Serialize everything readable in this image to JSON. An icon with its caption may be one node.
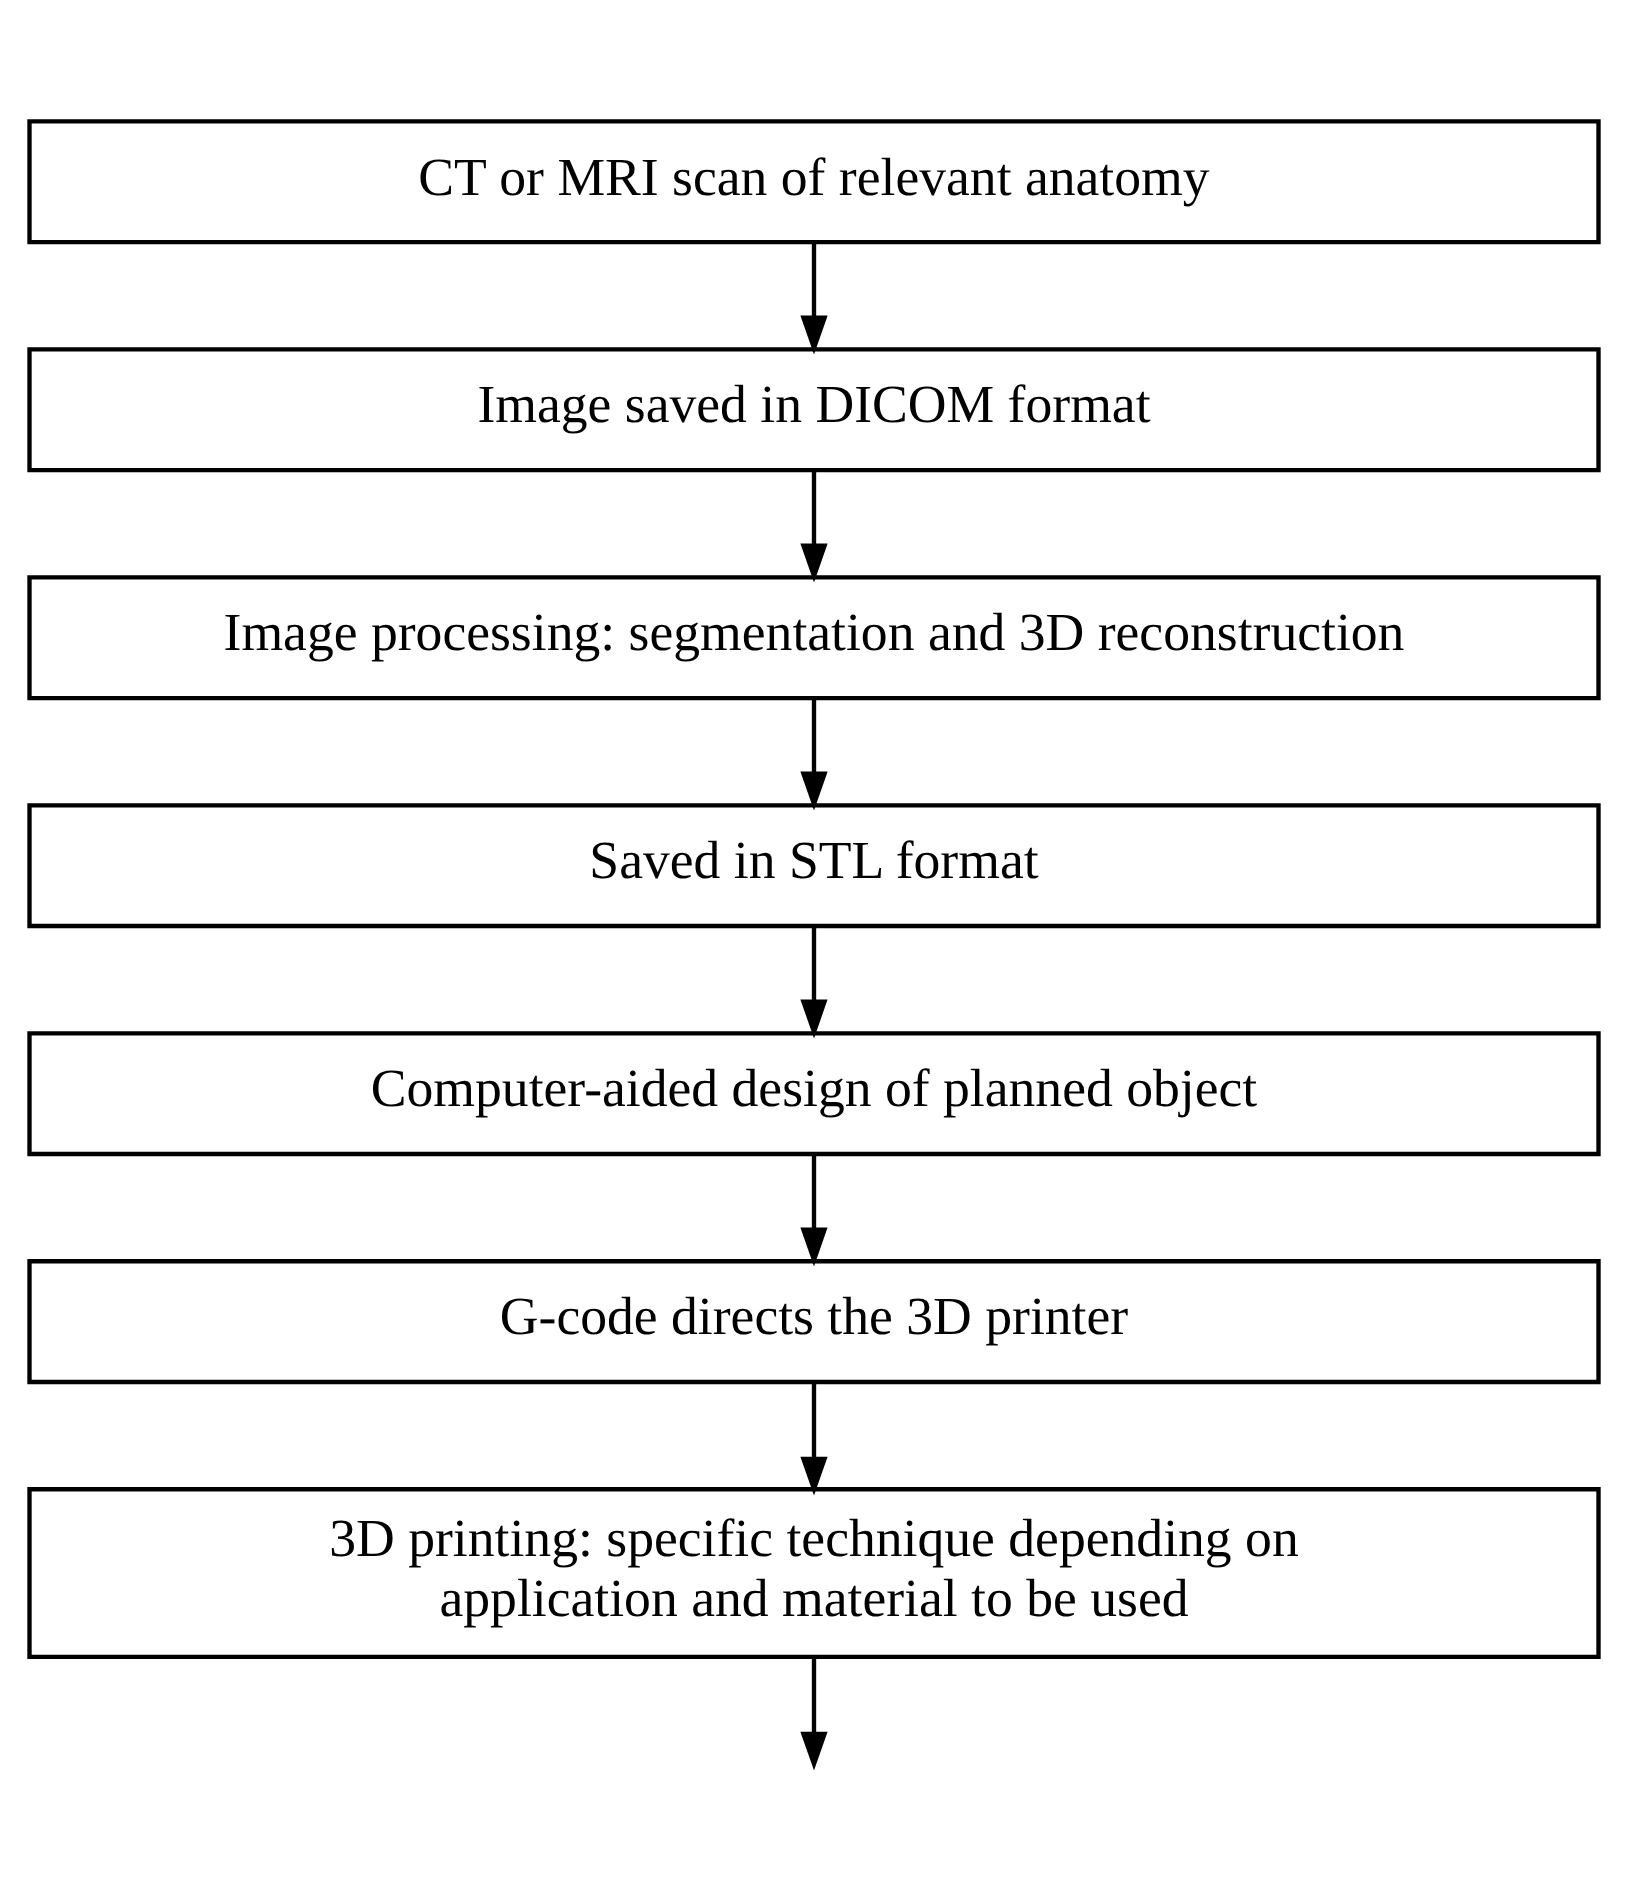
{
  "diagram": {
    "nodes": [
      {
        "text": [
          "CT or MRI scan of relevant anatomy"
        ]
      },
      {
        "text": [
          "Image saved in DICOM format"
        ]
      },
      {
        "text": [
          "Image processing: segmentation and 3D reconstruction"
        ]
      },
      {
        "text": [
          "Saved in STL format"
        ]
      },
      {
        "text": [
          "Computer-aided design of planned object"
        ]
      },
      {
        "text": [
          "G-code directs the 3D printer"
        ]
      },
      {
        "text": [
          "3D printing: specific technique depending on application and material to be used"
        ]
      }
    ],
    "edges": [
      {
        "from": 0,
        "to": 1,
        "arrow": "to"
      },
      {
        "from": 1,
        "to": 2,
        "arrow": "to"
      },
      {
        "from": 2,
        "to": 3,
        "arrow": "to"
      },
      {
        "from": 3,
        "to": 4,
        "arrow": "to"
      },
      {
        "from": 4,
        "to": 5,
        "arrow": "to"
      },
      {
        "from": 5,
        "to": 6,
        "arrow": "to"
      },
      {
        "from": 6,
        "to": null,
        "arrow": "to"
      }
    ]
  }
}
